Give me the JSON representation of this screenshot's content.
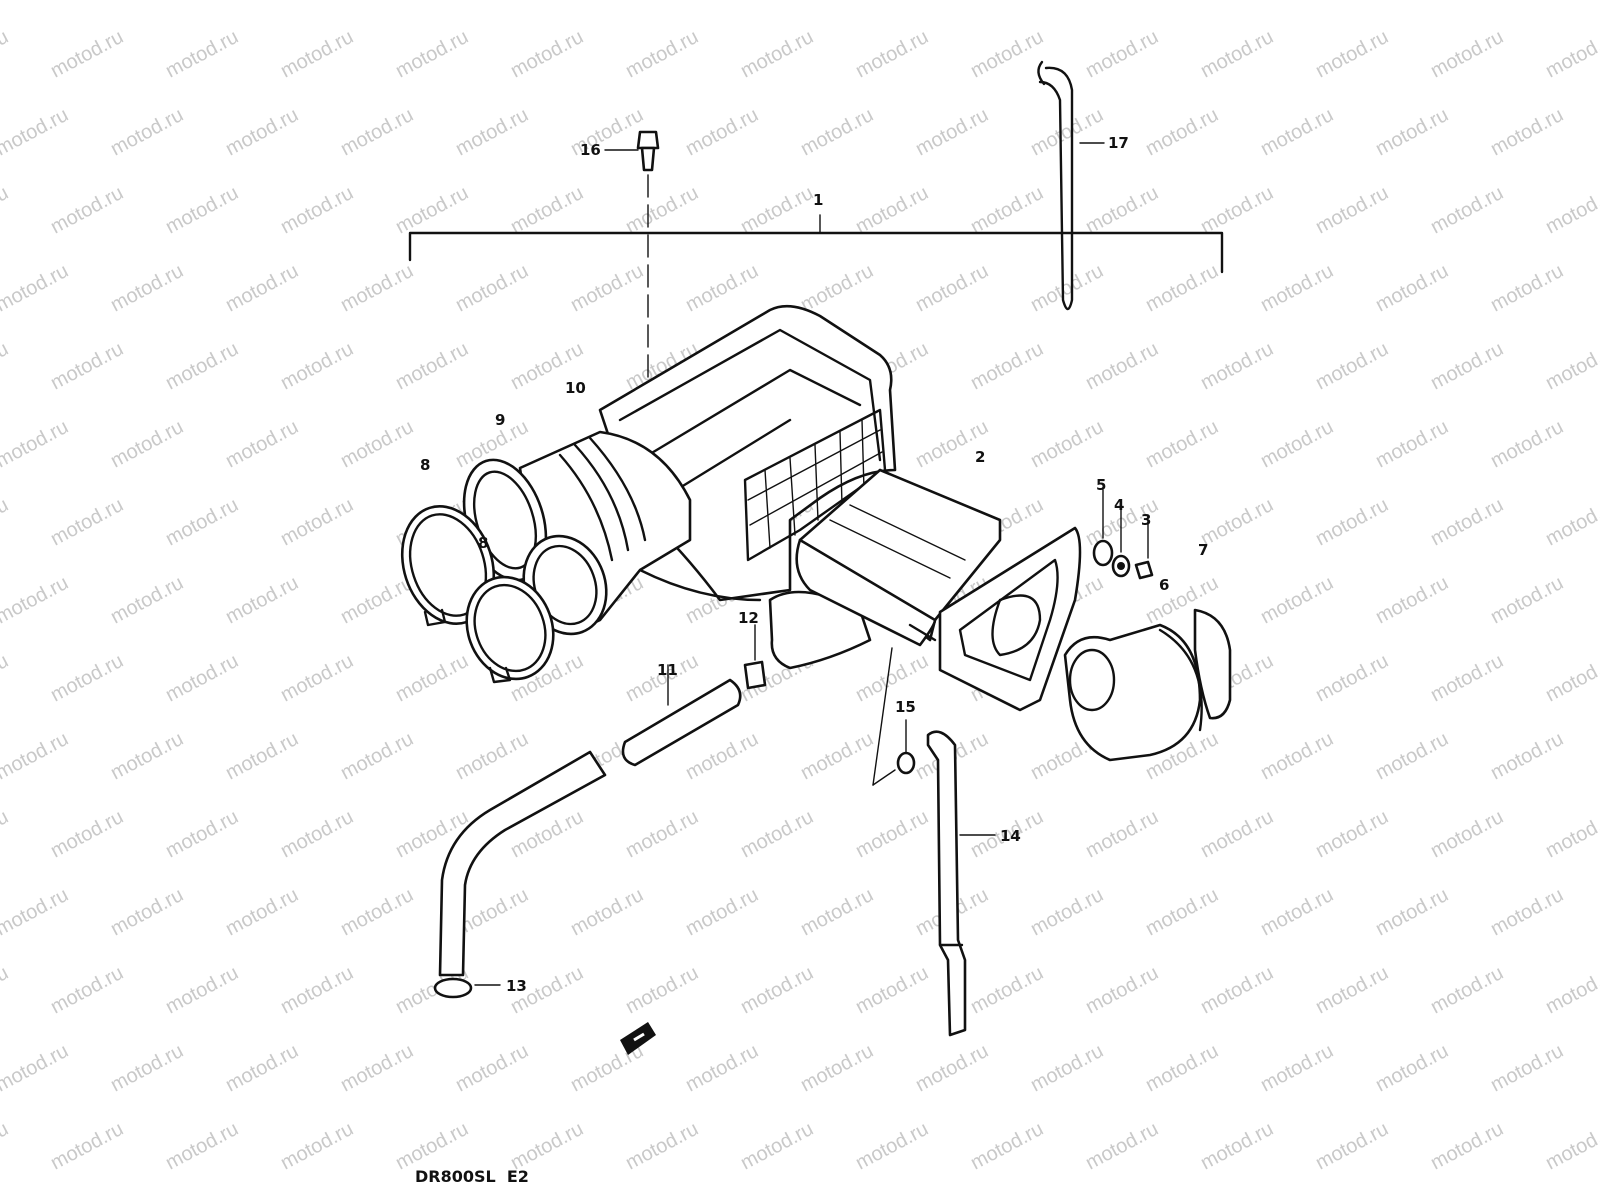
{
  "watermark": "motod.ru",
  "model_label": "DR800SL  E2",
  "callouts": [
    {
      "id": "1",
      "label": "1"
    },
    {
      "id": "2",
      "label": "2"
    },
    {
      "id": "3",
      "label": "3"
    },
    {
      "id": "4",
      "label": "4"
    },
    {
      "id": "5",
      "label": "5"
    },
    {
      "id": "6",
      "label": "6"
    },
    {
      "id": "7",
      "label": "7"
    },
    {
      "id": "8a",
      "label": "8"
    },
    {
      "id": "8b",
      "label": "8"
    },
    {
      "id": "9",
      "label": "9"
    },
    {
      "id": "10",
      "label": "10"
    },
    {
      "id": "11",
      "label": "11"
    },
    {
      "id": "12",
      "label": "12"
    },
    {
      "id": "13",
      "label": "13"
    },
    {
      "id": "14",
      "label": "14"
    },
    {
      "id": "15",
      "label": "15"
    },
    {
      "id": "16",
      "label": "16"
    },
    {
      "id": "17",
      "label": "17"
    }
  ],
  "colors": {
    "ink": "#111111",
    "watermark": "#c9c9c9",
    "background": "#ffffff"
  }
}
